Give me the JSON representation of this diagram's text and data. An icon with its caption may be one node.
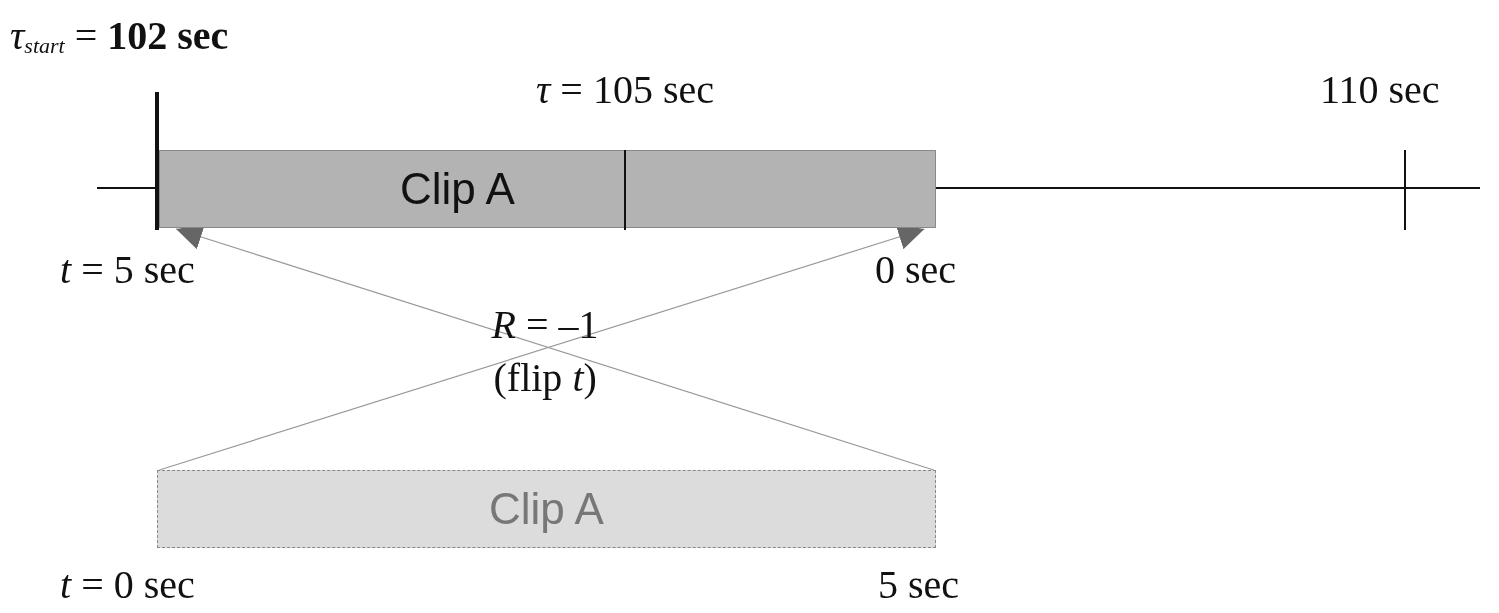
{
  "diagram": {
    "nodes": [
      {
        "text": [
          "Clip A"
        ]
      },
      {
        "text": [
          "Clip A"
        ]
      }
    ],
    "edges": [
      {
        "from": 1,
        "to": 0,
        "arrow": "to"
      },
      {
        "from": 1,
        "to": 0,
        "arrow": "to"
      }
    ],
    "labels": [
      "*τ*$_{start}$ = **102 sec**",
      "*τ* = 105 sec",
      "110 sec",
      "*t* = 5 sec",
      "0 sec",
      "*R* = –1",
      "(flip *t*)",
      "*t* = 0 sec",
      "5 sec"
    ]
  }
}
